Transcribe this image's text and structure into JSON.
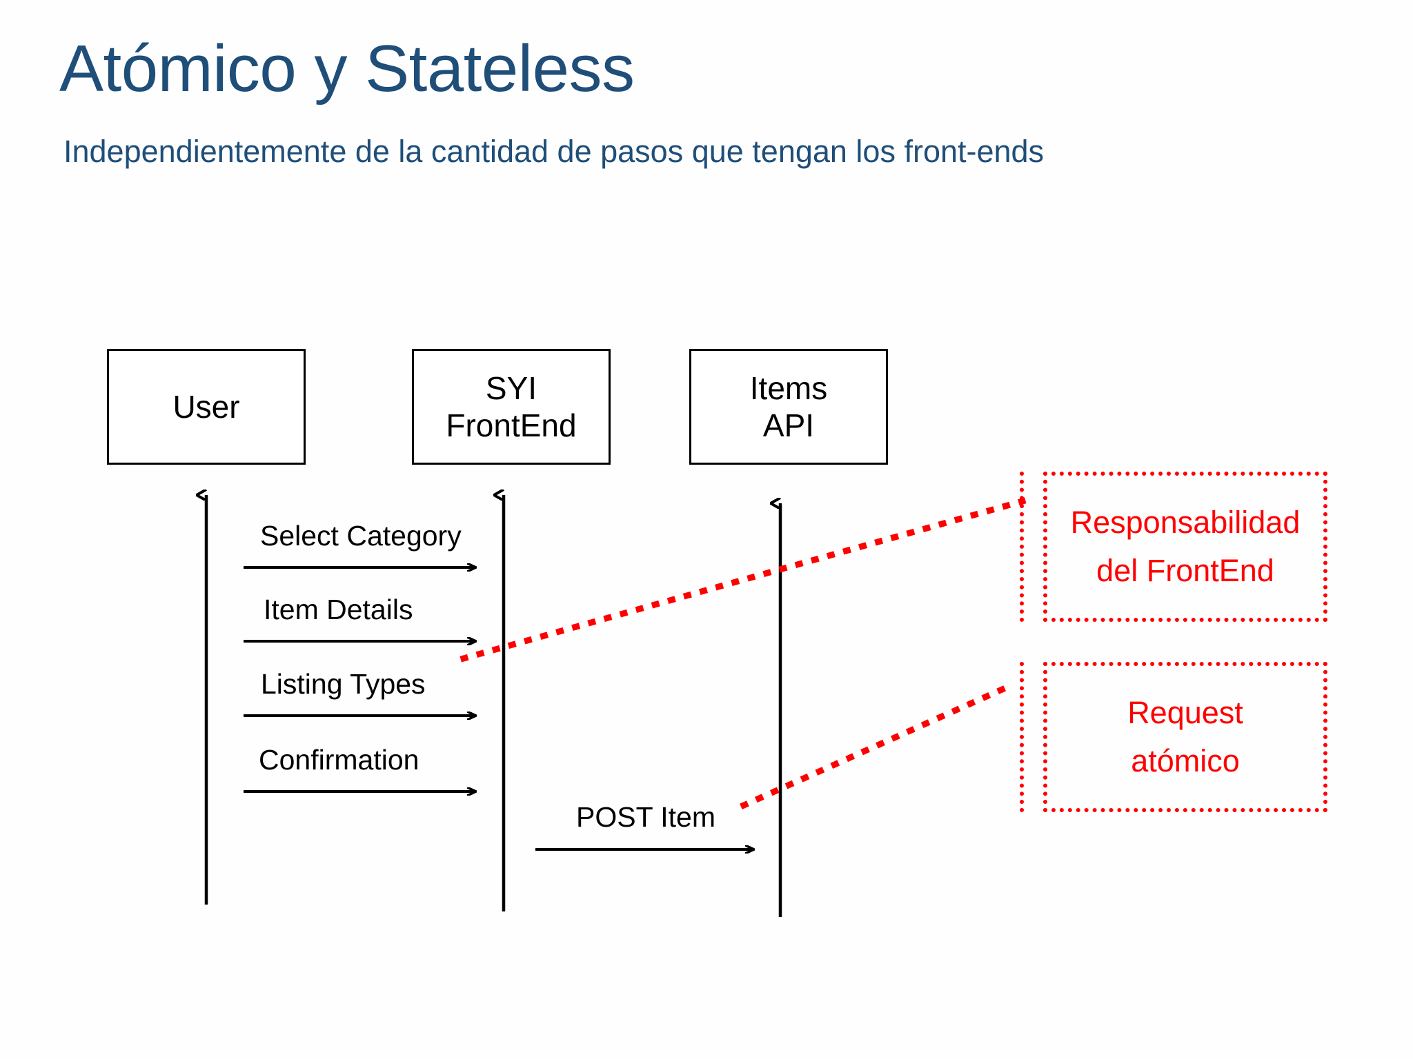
{
  "slide": {
    "title": "Atómico y Stateless",
    "subtitle": "Independientemente de la cantidad de pasos que tengan los front-ends",
    "title_color": "#1F4E79",
    "accent_color": "#FF0000",
    "background": "#FFFFFF"
  },
  "diagram": {
    "type": "sequence-diagram",
    "participants": [
      {
        "id": "user",
        "label": "User"
      },
      {
        "id": "frontend",
        "label": "SYI\nFrontEnd"
      },
      {
        "id": "api",
        "label": "Items\nAPI"
      }
    ],
    "messages": [
      {
        "label": "Select Category",
        "from": "user",
        "to": "frontend"
      },
      {
        "label": "Item Details",
        "from": "user",
        "to": "frontend"
      },
      {
        "label": "Listing Types",
        "from": "user",
        "to": "frontend"
      },
      {
        "label": "Confirmation",
        "from": "user",
        "to": "frontend"
      },
      {
        "label": "POST Item",
        "from": "frontend",
        "to": "api"
      }
    ],
    "annotations": [
      {
        "id": "frontend-responsibility",
        "lines": [
          "Responsabilidad",
          "del FrontEnd"
        ],
        "color": "#FF0000"
      },
      {
        "id": "atomic-request",
        "lines": [
          "Request",
          "atómico"
        ],
        "color": "#FF0000"
      }
    ]
  }
}
